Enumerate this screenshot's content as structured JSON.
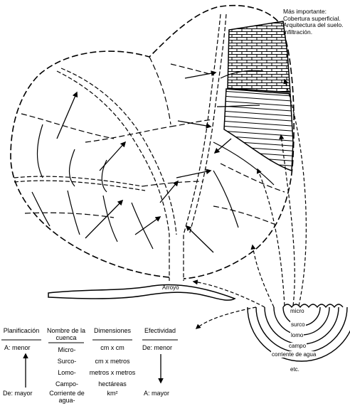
{
  "note": {
    "title": "Más importante:",
    "lines": [
      "Cobertura superficial.",
      "Arquitectura del suelo.",
      "Infiltración."
    ]
  },
  "stream_label": "Arroyo",
  "scales": [
    "micro",
    "surco",
    "lomo",
    "campo",
    "corriente de agua",
    "etc."
  ],
  "table": {
    "headers": [
      "Planificación",
      "Nombre de la cuenca",
      "Dimensiones",
      "Efectividad"
    ],
    "planning_top": "A: menor",
    "planning_bottom": "De: mayor",
    "names": [
      "Micro-",
      "Surco-",
      "Lomo-",
      "Campo-",
      "Corriente de agua-"
    ],
    "dimensions": [
      "cm x cm",
      "cm x metros",
      "metros x metros",
      "hectáreas",
      "km²"
    ],
    "effect_top": "De: menor",
    "effect_bottom": "A: mayor"
  }
}
